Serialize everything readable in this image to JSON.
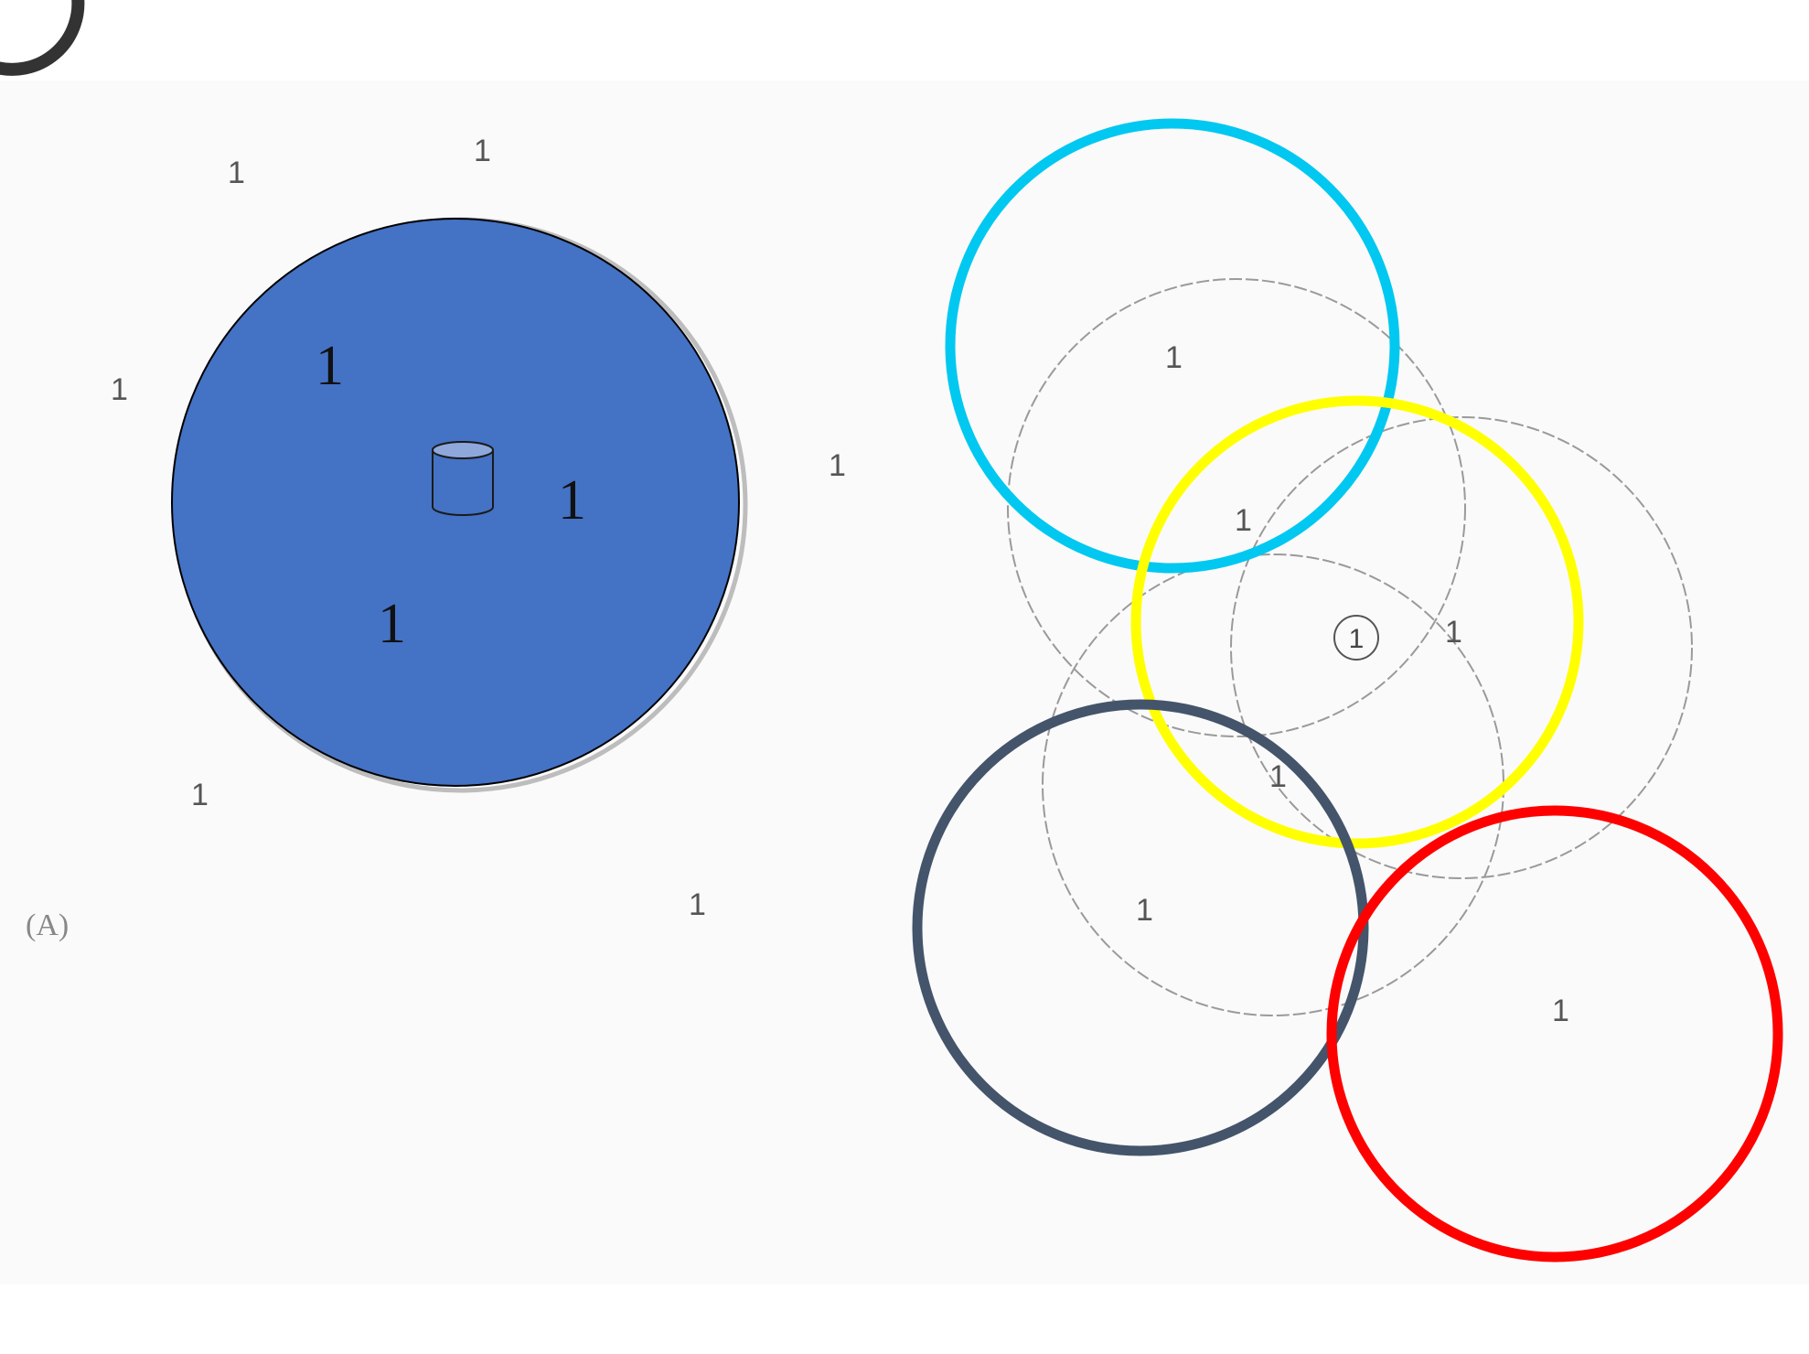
{
  "colors": {
    "panel_background": "#fafafa",
    "coverage_fill": "#4472c4",
    "thin_circle": "#9a9a9a",
    "ring_cyan": "#00c8f0",
    "ring_yellow": "#ffff00",
    "ring_slate": "#44546a",
    "ring_red": "#ff0000",
    "corner_arc": "#333333"
  },
  "panel_label": "(A)",
  "left_panel": {
    "scattered_labels": [
      "1",
      "1",
      "1",
      "1",
      "1",
      "1"
    ],
    "inside_labels": [
      "1",
      "1",
      "1"
    ],
    "center_icon": "database-cylinder-icon"
  },
  "right_panel": {
    "labels": [
      "1",
      "1",
      "1",
      "1",
      "1",
      "1"
    ],
    "circled_label": "1"
  }
}
